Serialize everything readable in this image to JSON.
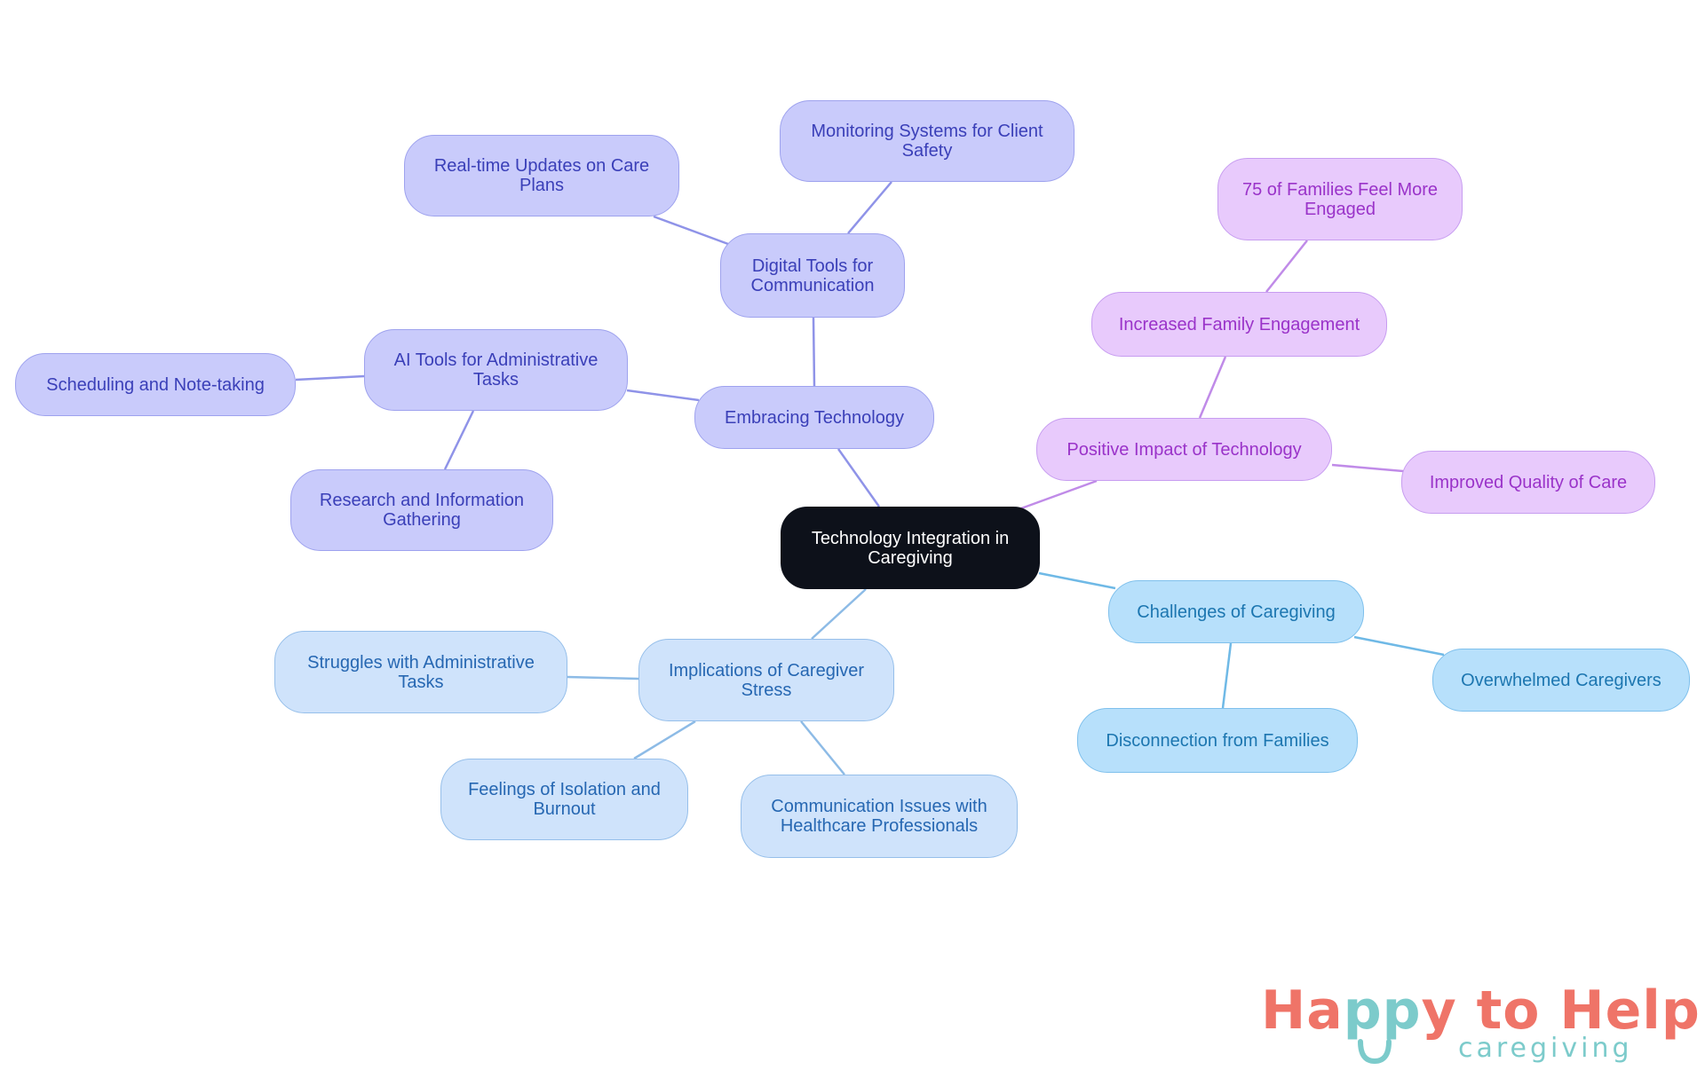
{
  "diagram": {
    "type": "mind-map",
    "root": {
      "id": "root",
      "lines": [
        "Technology Integration in",
        "Caregiving"
      ]
    },
    "nodes": [
      {
        "id": "embracing",
        "parent": "root",
        "theme": "indigo",
        "lines": [
          "Embracing Technology"
        ]
      },
      {
        "id": "digital",
        "parent": "embracing",
        "theme": "indigo",
        "lines": [
          "Digital Tools for",
          "Communication"
        ]
      },
      {
        "id": "realtime",
        "parent": "digital",
        "theme": "indigo",
        "lines": [
          "Real-time Updates on Care",
          "Plans"
        ]
      },
      {
        "id": "monitoring",
        "parent": "digital",
        "theme": "indigo",
        "lines": [
          "Monitoring Systems for Client",
          "Safety"
        ]
      },
      {
        "id": "aitools",
        "parent": "embracing",
        "theme": "indigo",
        "lines": [
          "AI Tools for Administrative",
          "Tasks"
        ]
      },
      {
        "id": "scheduling",
        "parent": "aitools",
        "theme": "indigo",
        "lines": [
          "Scheduling and Note-taking"
        ]
      },
      {
        "id": "research",
        "parent": "aitools",
        "theme": "indigo",
        "lines": [
          "Research and Information",
          "Gathering"
        ]
      },
      {
        "id": "positive",
        "parent": "root",
        "theme": "violet",
        "lines": [
          "Positive Impact of Technology"
        ]
      },
      {
        "id": "family",
        "parent": "positive",
        "theme": "violet",
        "lines": [
          "Increased Family Engagement"
        ]
      },
      {
        "id": "seventyfive",
        "parent": "family",
        "theme": "violet",
        "lines": [
          "75 of Families Feel More",
          "Engaged"
        ]
      },
      {
        "id": "quality",
        "parent": "positive",
        "theme": "violet",
        "lines": [
          "Improved Quality of Care"
        ]
      },
      {
        "id": "challenges",
        "parent": "root",
        "theme": "sky",
        "lines": [
          "Challenges of Caregiving"
        ]
      },
      {
        "id": "overwhelmed",
        "parent": "challenges",
        "theme": "sky",
        "lines": [
          "Overwhelmed Caregivers"
        ]
      },
      {
        "id": "disconnection",
        "parent": "challenges",
        "theme": "sky",
        "lines": [
          "Disconnection from Families"
        ]
      },
      {
        "id": "implications",
        "parent": "root",
        "theme": "pale",
        "lines": [
          "Implications of Caregiver",
          "Stress"
        ]
      },
      {
        "id": "struggles",
        "parent": "implications",
        "theme": "pale",
        "lines": [
          "Struggles with Administrative",
          "Tasks"
        ]
      },
      {
        "id": "feelings",
        "parent": "implications",
        "theme": "pale",
        "lines": [
          "Feelings of Isolation and",
          "Burnout"
        ]
      },
      {
        "id": "communication",
        "parent": "implications",
        "theme": "pale",
        "lines": [
          "Communication Issues with",
          "Healthcare Professionals"
        ]
      }
    ],
    "colors": {
      "root_fill": "#0d111a",
      "indigo_fill": "#c9cbfb",
      "indigo_line": "#8f93e8",
      "indigo_text": "#3a3fb8",
      "violet_fill": "#e8cafc",
      "violet_line": "#c08be8",
      "violet_text": "#9a33c9",
      "sky_fill": "#b7e0fb",
      "sky_line": "#6fb9e6",
      "sky_text": "#1c76b0",
      "pale_fill": "#cfe3fb",
      "pale_line": "#8dbbe6",
      "pale_text": "#2667b2"
    }
  },
  "logo": {
    "part1": "Ha",
    "part2": "pp",
    "part3": "y to Help",
    "subtitle": "caregiving",
    "coral": "#ef7468",
    "teal": "#7ccbcb"
  }
}
